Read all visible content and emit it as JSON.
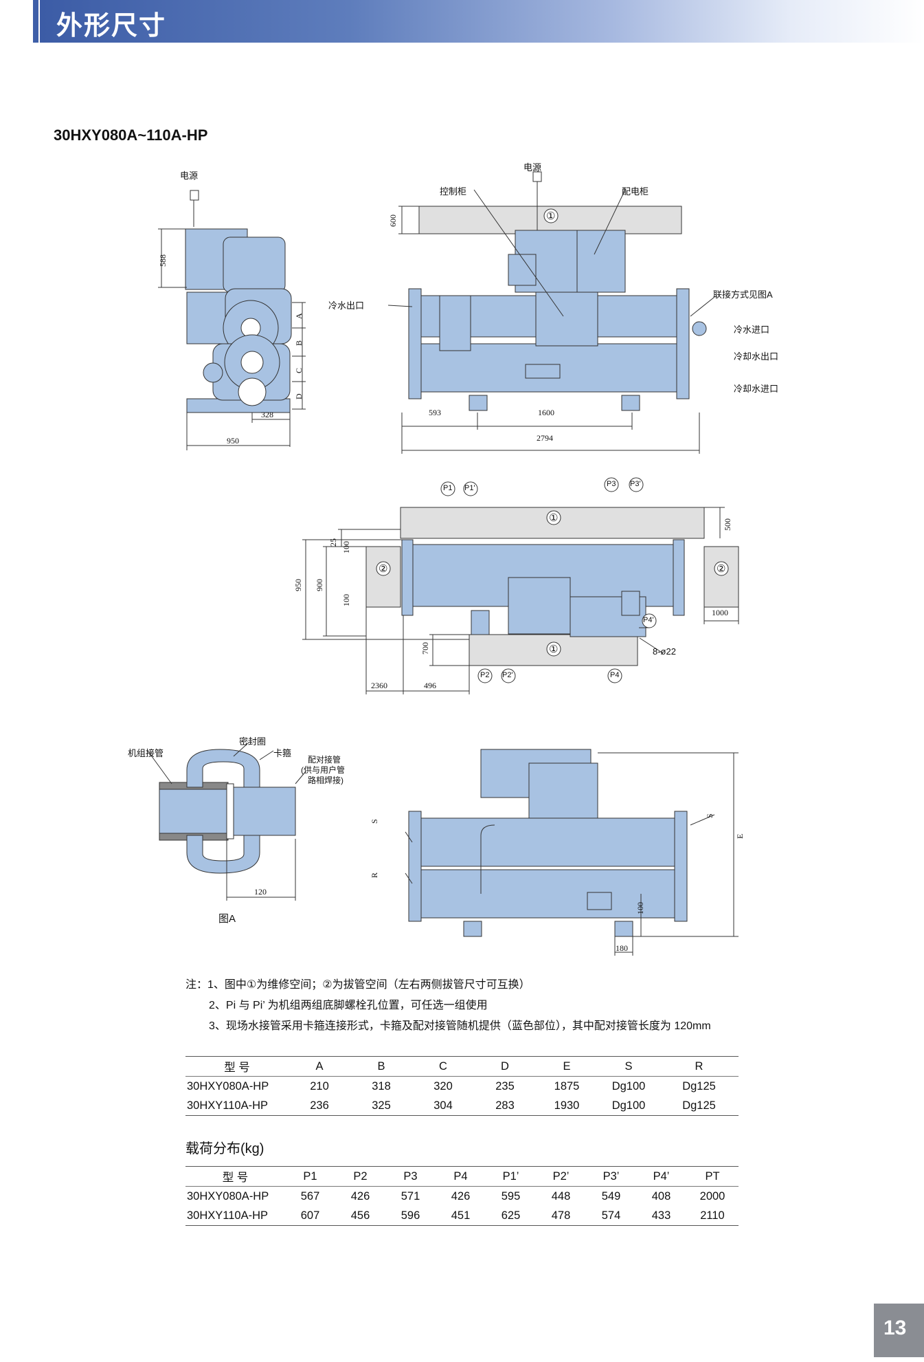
{
  "header": {
    "title": "外形尺寸"
  },
  "model_title": "30HXY080A~110A-HP",
  "labels": {
    "power_left": "电源",
    "power_top": "电源",
    "control_cabinet": "控制柜",
    "distribution_cabinet": "配电柜",
    "chilled_out": "冷水出口",
    "connection_ref": "联接方式见图A",
    "chilled_in": "冷水进口",
    "cooling_out": "冷却水出口",
    "cooling_in": "冷却水进口",
    "space1_a": "①",
    "space1_b": "①",
    "space1_c": "①",
    "space2_left": "②",
    "space2_right": "②",
    "seal_ring": "密封圈",
    "unit_pipe": "机组接管",
    "clamp": "卡箍",
    "mating_pipe_1": "配对接管",
    "mating_pipe_2": "(供与用户管",
    "mating_pipe_3": "路相焊接)",
    "fig_a": "图A",
    "bolt_holes": "8-ø22"
  },
  "points": {
    "p1": "P1",
    "p1p": "P1'",
    "p3": "P3",
    "p3p": "P3'",
    "p4p": "P4'",
    "p2": "P2",
    "p2p": "P2'",
    "p4": "P4"
  },
  "dims": {
    "d588": "588",
    "dA": "A",
    "dB": "B",
    "dC": "C",
    "dD": "D",
    "d328": "328",
    "d950": "950",
    "d600": "600",
    "d593": "593",
    "d1600": "1600",
    "d2794": "2794",
    "d500": "500",
    "d25": "25",
    "d100a": "100",
    "d950b": "950",
    "d900": "900",
    "d100b": "100",
    "d1000": "1000",
    "d700": "700",
    "d2360": "2360",
    "d496": "496",
    "d120": "120",
    "dS1": "S",
    "dR": "R",
    "dS2": "S",
    "dE": "E",
    "d100c": "100",
    "d180": "180"
  },
  "notes": [
    "注：1、图中①为维修空间；②为拔管空间（左右两侧拔管尺寸可互换）",
    "2、Pi 与 Pi’ 为机组两组底脚螺栓孔位置，可任选一组使用",
    "3、现场水接管采用卡箍连接形式，卡箍及配对接管随机提供（蓝色部位），其中配对接管长度为 120mm"
  ],
  "dim_table": {
    "headers": [
      "型  号",
      "A",
      "B",
      "C",
      "D",
      "E",
      "S",
      "R"
    ],
    "rows": [
      [
        "30HXY080A-HP",
        "210",
        "318",
        "320",
        "235",
        "1875",
        "Dg100",
        "Dg125"
      ],
      [
        "30HXY110A-HP",
        "236",
        "325",
        "304",
        "283",
        "1930",
        "Dg100",
        "Dg125"
      ]
    ]
  },
  "load_title": "载荷分布(kg)",
  "load_table": {
    "headers": [
      "型  号",
      "P1",
      "P2",
      "P3",
      "P4",
      "P1’",
      "P2’",
      "P3’",
      "P4’",
      "PT"
    ],
    "rows": [
      [
        "30HXY080A-HP",
        "567",
        "426",
        "571",
        "426",
        "595",
        "448",
        "549",
        "408",
        "2000"
      ],
      [
        "30HXY110A-HP",
        "607",
        "456",
        "596",
        "451",
        "625",
        "478",
        "574",
        "433",
        "2110"
      ]
    ]
  },
  "page_number": "13",
  "colors": {
    "unit_blue": "#a8c2e2",
    "header_blue": "#3e5fa8",
    "space_gray": "#e0e0e0"
  }
}
